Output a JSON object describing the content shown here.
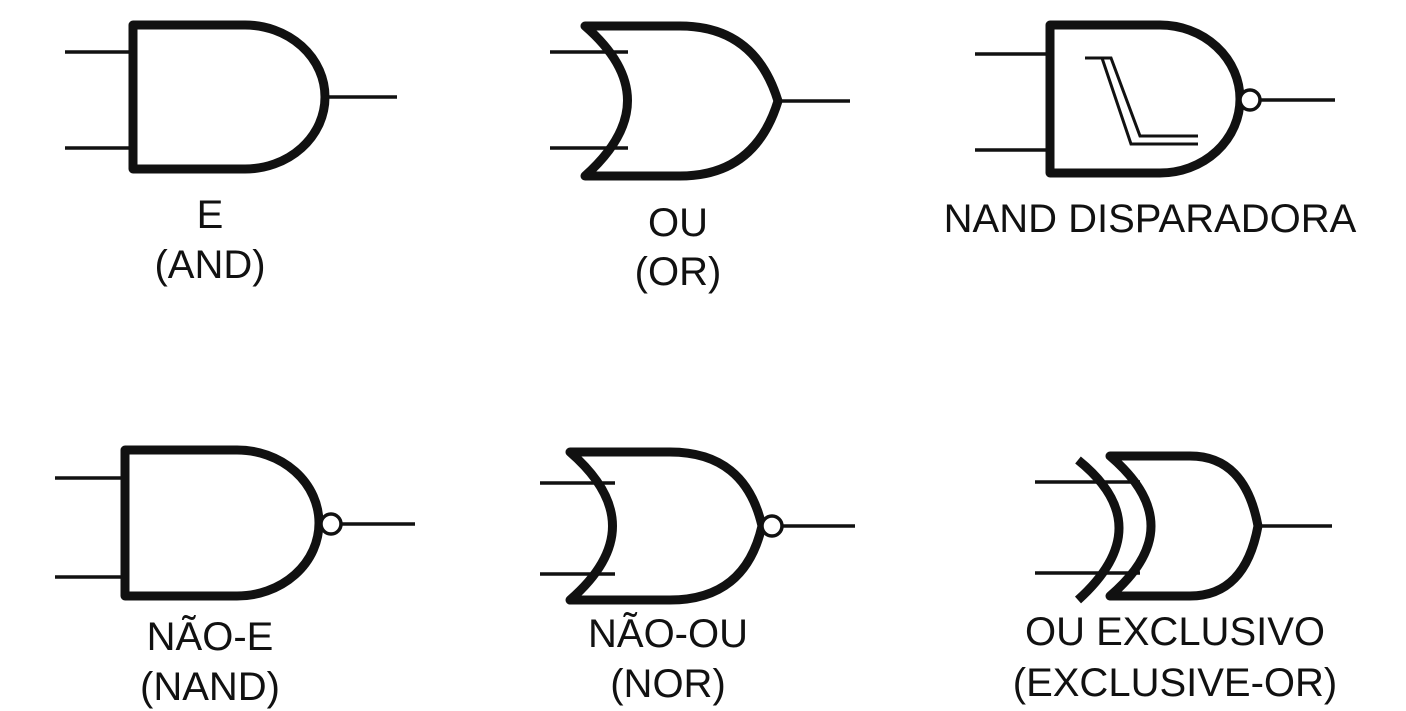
{
  "gates": [
    {
      "id": "and",
      "type": "AND",
      "lines": [
        "E",
        "(AND)"
      ]
    },
    {
      "id": "or",
      "type": "OR",
      "lines": [
        "OU",
        "(OR)"
      ]
    },
    {
      "id": "nand-trigger",
      "type": "NAND-Schmitt",
      "lines": [
        "NAND DISPARADORA"
      ]
    },
    {
      "id": "nand",
      "type": "NAND",
      "lines": [
        "NÃO-E",
        "(NAND)"
      ]
    },
    {
      "id": "nor",
      "type": "NOR",
      "lines": [
        "NÃO-OU",
        "(NOR)"
      ]
    },
    {
      "id": "xor",
      "type": "XOR",
      "lines": [
        "OU EXCLUSIVO",
        "(EXCLUSIVE-OR)"
      ]
    }
  ]
}
